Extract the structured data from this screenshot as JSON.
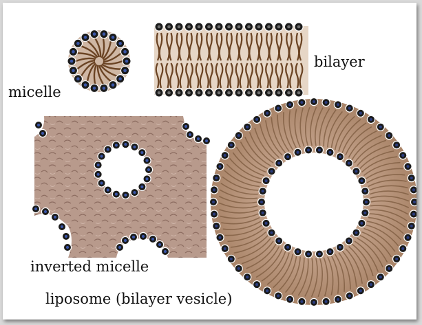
{
  "labels": {
    "micelle": "micelle",
    "bilayer": "bilayer",
    "inverted_micelle": "inverted micelle",
    "liposome": "liposome (bilayer vesicle)"
  },
  "colors": {
    "head_ring": "#1b1b1b",
    "head_center_micelle": "#3a56a8",
    "tail": "#6b4424",
    "lipid_fill": "#c7a488",
    "page_bg": "#ffffff"
  }
}
